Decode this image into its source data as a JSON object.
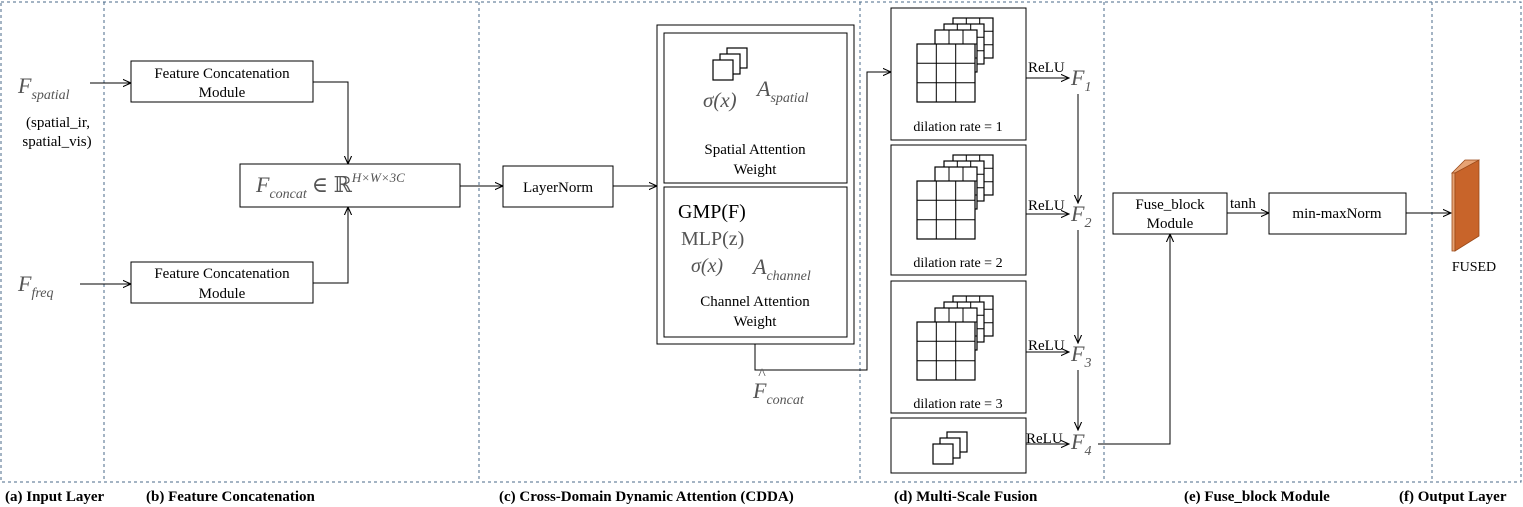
{
  "input": {
    "f_spatial_main": "F",
    "f_spatial_sub": "spatial",
    "spatial_note_1": "(spatial_ir,",
    "spatial_note_2": "spatial_vis)",
    "f_freq_main": "F",
    "f_freq_sub": "freq"
  },
  "concat": {
    "module_top_line1": "Feature Concatenation",
    "module_top_line2": "Module",
    "module_bottom_line1": "Feature Concatenation",
    "module_bottom_line2": "Module",
    "fconcat_main": "F",
    "fconcat_sub": "concat",
    "fconcat_in": "∈ ℝ",
    "fconcat_sup": "H×W×3C"
  },
  "cdda": {
    "layernorm": "LayerNorm",
    "sigma_spatial": "σ(x)",
    "a_spatial_main": "A",
    "a_spatial_sub": "spatial",
    "spatial_label_1": "Spatial Attention",
    "spatial_label_2": "Weight",
    "gmp": "GMP(F)",
    "mlp": "MLP(z)",
    "sigma_channel": "σ(x)",
    "a_channel_main": "A",
    "a_channel_sub": "channel",
    "channel_label_1": "Channel Attention",
    "channel_label_2": "Weight",
    "fhat_main": "F",
    "fhat_hat": "^",
    "fhat_sub": "concat"
  },
  "msf": {
    "dilation_1": "dilation rate = 1",
    "dilation_2": "dilation rate = 2",
    "dilation_3": "dilation rate = 3",
    "relu_1": "ReLU",
    "relu_2": "ReLU",
    "relu_3": "ReLU",
    "relu_4": "ReLU",
    "f1_main": "F",
    "f1_sub": "1",
    "f2_main": "F",
    "f2_sub": "2",
    "f3_main": "F",
    "f3_sub": "3",
    "f4_main": "F",
    "f4_sub": "4"
  },
  "fuse": {
    "module_line1": "Fuse_block",
    "module_line2": "Module",
    "tanh": "tanh",
    "minmax": "min-maxNorm"
  },
  "output": {
    "fused": "FUSED",
    "fused_color": "#c8642a",
    "fused_edge_color": "#e7a374"
  },
  "sections": {
    "a": "(a) Input Layer",
    "b": "(b) Feature Concatenation",
    "c": "(c) Cross-Domain Dynamic Attention (CDDA)",
    "d": "(d) Multi-Scale Fusion",
    "e": "(e) Fuse_block Module",
    "f": "(f) Output Layer"
  },
  "colors": {
    "divider": "#4a6a8a",
    "line": "#000000",
    "math_text": "#555555"
  }
}
